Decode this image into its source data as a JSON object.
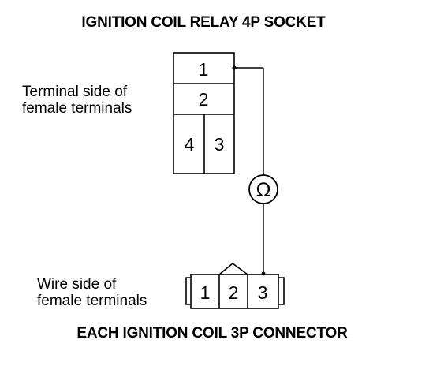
{
  "titles": {
    "top": "IGNITION COIL RELAY 4P SOCKET",
    "bottom": "EACH IGNITION COIL 3P CONNECTOR"
  },
  "relay_socket": {
    "label_line1": "Terminal side of",
    "label_line2": "female terminals",
    "terminals": {
      "t1": "1",
      "t2": "2",
      "t3": "3",
      "t4": "4"
    }
  },
  "coil_connector": {
    "label_line1": "Wire side of",
    "label_line2": "female terminals",
    "terminals": {
      "t1": "1",
      "t2": "2",
      "t3": "3"
    }
  },
  "ohmmeter": {
    "symbol": "Ω",
    "icon": "ohmmeter-icon"
  }
}
